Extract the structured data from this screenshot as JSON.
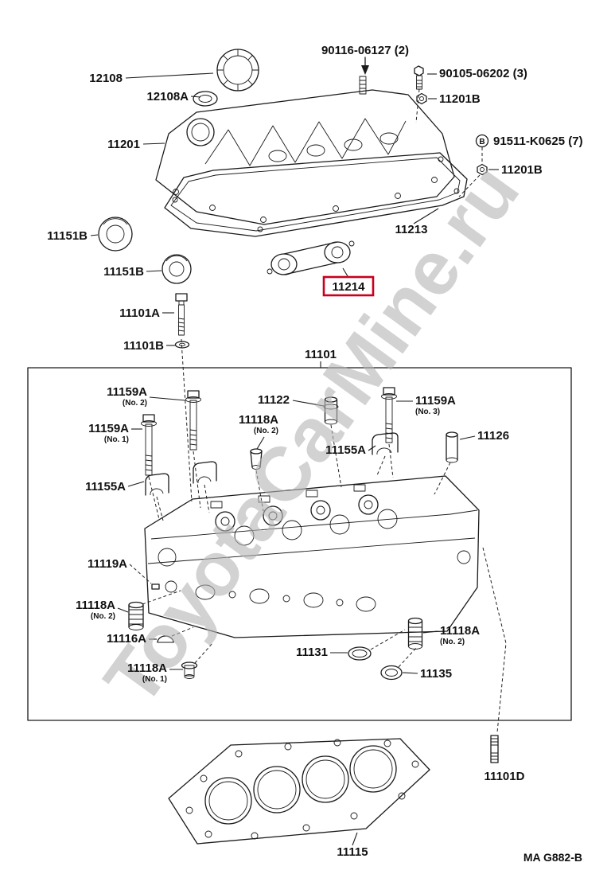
{
  "watermark": "ToyotaCarMine.ru",
  "footer_code": "MA G882-B",
  "hardware_symbol": "B",
  "highlight": {
    "color": "#c8001e",
    "selected_part": "11214"
  },
  "parts": {
    "p12108": {
      "label": "12108"
    },
    "p12108a": {
      "label": "12108A"
    },
    "p90116": {
      "label": "90116-06127 (2)"
    },
    "p90105": {
      "label": "90105-06202 (3)"
    },
    "p11201b_top": {
      "label": "11201B"
    },
    "p11201": {
      "label": "11201"
    },
    "p91511": {
      "label": "91511-K0625 (7)"
    },
    "p11201b_mid": {
      "label": "11201B"
    },
    "p11213": {
      "label": "11213"
    },
    "p11151b_upper": {
      "label": "11151B"
    },
    "p11151b_lower": {
      "label": "11151B"
    },
    "p11214": {
      "label": "11214"
    },
    "p11101a": {
      "label": "11101A"
    },
    "p11101b": {
      "label": "11101B"
    },
    "p11101": {
      "label": "11101"
    },
    "p11159a_no2": {
      "label": "11159A",
      "note": "(No. 2)"
    },
    "p11122": {
      "label": "11122"
    },
    "p11159a_no3": {
      "label": "11159A",
      "note": "(No. 3)"
    },
    "p11159a_no1": {
      "label": "11159A",
      "note": "(No. 1)"
    },
    "p11118a_no2_top": {
      "label": "11118A",
      "note": "(No. 2)"
    },
    "p11155a_right": {
      "label": "11155A"
    },
    "p11126": {
      "label": "11126"
    },
    "p11155a_left": {
      "label": "11155A"
    },
    "p11119a": {
      "label": "11119A"
    },
    "p11118a_no2_left": {
      "label": "11118A",
      "note": "(No. 2)"
    },
    "p11116a": {
      "label": "11116A"
    },
    "p11118a_no1": {
      "label": "11118A",
      "note": "(No. 1)"
    },
    "p11131": {
      "label": "11131"
    },
    "p11118a_no2_right": {
      "label": "11118A",
      "note": "(No. 2)"
    },
    "p11135": {
      "label": "11135"
    },
    "p11101d": {
      "label": "11101D"
    },
    "p11115": {
      "label": "11115"
    }
  }
}
